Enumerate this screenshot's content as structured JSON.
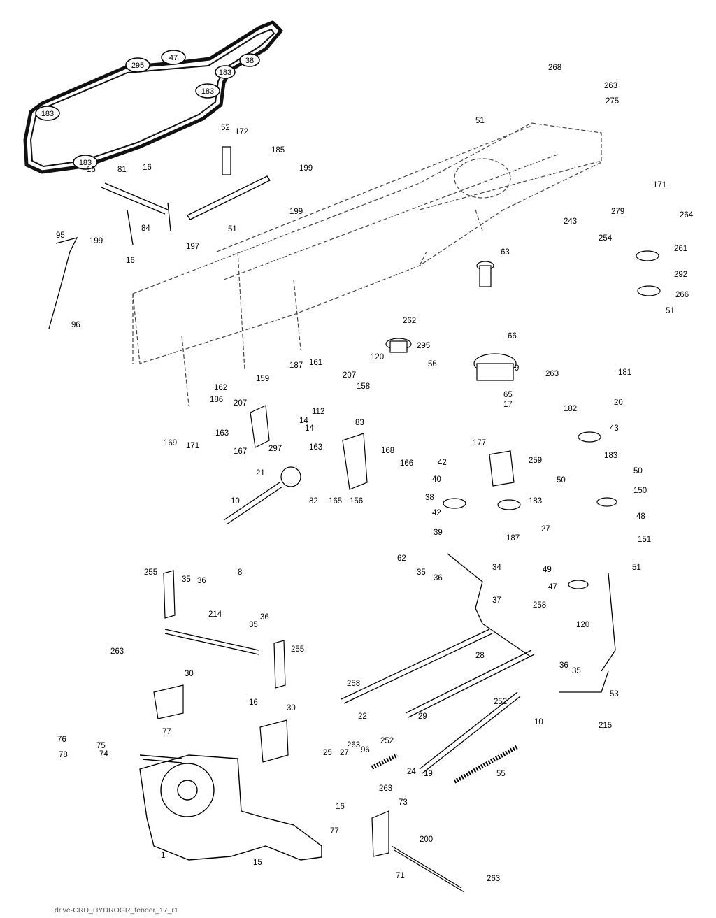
{
  "diagram": {
    "caption": "drive-CRD_HYDROGR_fender_17_r1",
    "belt_callouts": [
      "183",
      "295",
      "47",
      "38",
      "183",
      "183",
      "183"
    ],
    "callouts": [
      "268",
      "263",
      "275",
      "51",
      "52",
      "172",
      "185",
      "199",
      "16",
      "81",
      "16",
      "199",
      "84",
      "51",
      "95",
      "199",
      "197",
      "16",
      "96",
      "171",
      "279",
      "264",
      "254",
      "243",
      "261",
      "292",
      "266",
      "51",
      "63",
      "262",
      "66",
      "295",
      "120",
      "56",
      "9",
      "263",
      "181",
      "65",
      "17",
      "20",
      "182",
      "43",
      "183",
      "187",
      "161",
      "159",
      "207",
      "158",
      "162",
      "186",
      "207",
      "14",
      "112",
      "14",
      "163",
      "297",
      "167",
      "169",
      "171",
      "163",
      "83",
      "168",
      "166",
      "177",
      "42",
      "259",
      "40",
      "82",
      "165",
      "156",
      "21",
      "10",
      "38",
      "183",
      "42",
      "187",
      "39",
      "50",
      "50",
      "150",
      "27",
      "48",
      "151",
      "62",
      "35",
      "36",
      "34",
      "49",
      "51",
      "8",
      "255",
      "35",
      "36",
      "47",
      "120",
      "37",
      "214",
      "258",
      "36",
      "35",
      "28",
      "36",
      "35",
      "263",
      "30",
      "255",
      "258",
      "22",
      "29",
      "53",
      "16",
      "30",
      "10",
      "252",
      "215",
      "27",
      "77",
      "76",
      "78",
      "75",
      "74",
      "263",
      "96",
      "252",
      "25",
      "24",
      "19",
      "55",
      "263",
      "73",
      "16",
      "77",
      "200",
      "15",
      "71",
      "263",
      "1"
    ]
  },
  "colors": {
    "line": "#000000",
    "dashed": "#444444",
    "belt": "#1a1a1a",
    "background": "#ffffff"
  }
}
